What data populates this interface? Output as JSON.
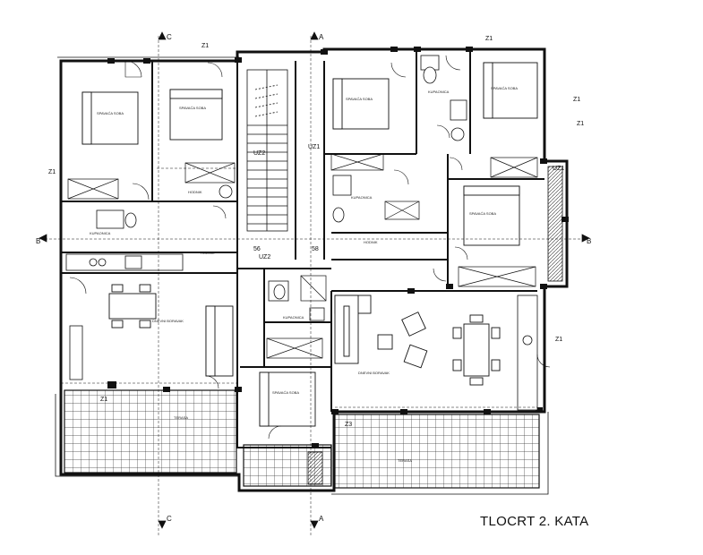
{
  "drawing_title": "TLOCRT 2. KATA",
  "section_marks": {
    "top_c": "C",
    "top_a": "A",
    "top_z1_left": "Z1",
    "top_z1_right": "Z1",
    "bottom_c": "C",
    "bottom_a": "A",
    "left_b": "B",
    "right_b": "B",
    "left_z1": "Z1",
    "right_z1_upper": "Z1",
    "right_z1_lower": "Z1",
    "uz1": "UZ1",
    "uz2_a": "UZ2",
    "uz2_b": "UZ2",
    "uz1_b": "UZ1",
    "z3": "Z3",
    "z1_terrace_a": "Z1",
    "z1_terrace_b": "Z1",
    "stair_56": "56",
    "stair_58": "58"
  },
  "rooms": {
    "bedroom_a": "SPAVAĆA SOBA",
    "bedroom_b": "SPAVAĆA SOBA",
    "bedroom_c": "SPAVAĆA SOBA",
    "bedroom_d": "SPAVAĆA SOBA",
    "bedroom_e": "SPAVAĆA SOBA",
    "bedroom_f": "SPAVAĆA SOBA",
    "bathroom_a": "KUPAONICA",
    "bathroom_b": "KUPAONICA",
    "bathroom_c": "KUPAONICA",
    "bathroom_d": "KUPAONICA",
    "hall_a": "HODNIK",
    "hall_b": "HODNIK",
    "hall_c": "HODNIK",
    "living_a": "DNEVNI BORAVAK",
    "living_b": "DNEVNI BORAVAK",
    "terrace_a": "TERASA",
    "terrace_b": "TERASA"
  },
  "icons": [
    "north-axis-marker",
    "section-arrow",
    "door-swing",
    "stair-run"
  ]
}
